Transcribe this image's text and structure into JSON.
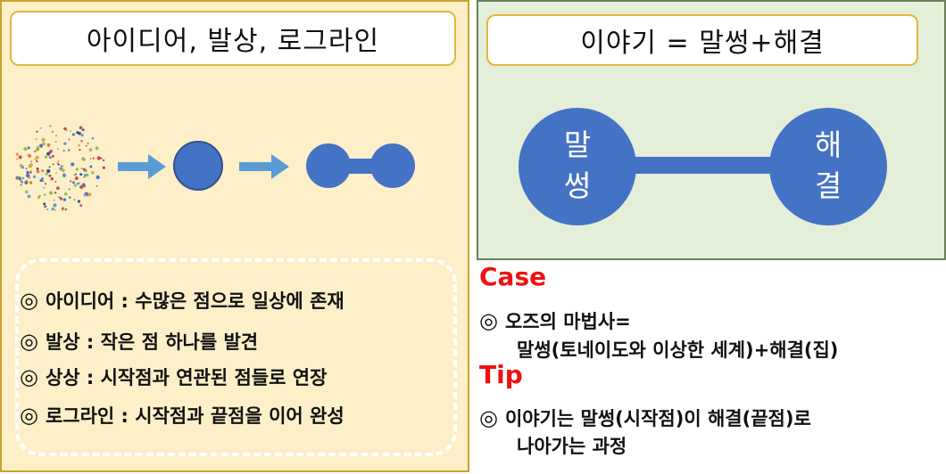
{
  "left": {
    "title": "아이디어, 발상, 로그라인",
    "definitions": [
      {
        "bullet": "◎",
        "text": "아이디어 : 수많은 점으로 일상에 존재"
      },
      {
        "bullet": "◎",
        "text": "발상 : 작은 점 하나를 발견"
      },
      {
        "bullet": "◎",
        "text": "상상 : 시작점과 연관된 점들로 연장"
      },
      {
        "bullet": "◎",
        "text": "로그라인 : 시작점과 끝점을 이어 완성"
      }
    ]
  },
  "right": {
    "title": "이야기 = 말썽+해결",
    "bubble_left": [
      "말",
      "썽"
    ],
    "bubble_right": [
      "해",
      "결"
    ]
  },
  "case": {
    "label": "Case",
    "bullet": "◎",
    "line1": "오즈의 마법사=",
    "line2": "말썽(토네이도와 이상한 세계)+해결(집)"
  },
  "tip": {
    "label": "Tip",
    "bullet": "◎",
    "line1": "이야기는 말썽(시작점)이 해결(끝점)로",
    "line2": "나아가는 과정"
  },
  "colors": {
    "circle_blue": "#4472c4",
    "arrow_blue": "#5b9bd5",
    "left_bg": "#fdefc8",
    "right_bg": "#e4efd9",
    "label_red": "#ee1111"
  }
}
